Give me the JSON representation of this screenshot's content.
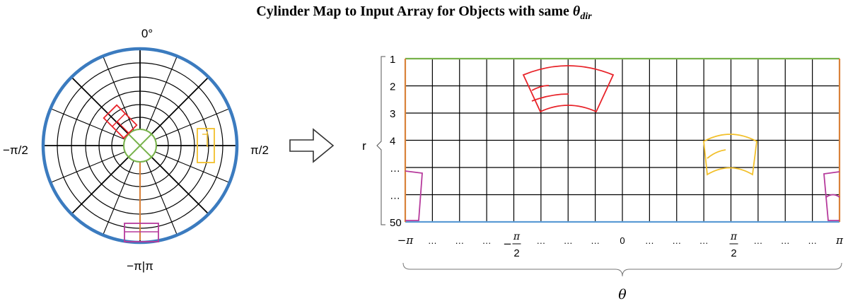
{
  "title": {
    "text": "Cylinder Map to Input Array for Objects with same ",
    "symbol": "θ",
    "subscript": "dir"
  },
  "polar": {
    "label_top": "0°",
    "label_left": "−π/2",
    "label_right": "π/2",
    "label_bottom": "−π|π"
  },
  "grid": {
    "row_labels": [
      "1",
      "2",
      "3",
      "4",
      "…",
      "…",
      "50"
    ],
    "r_label": "r",
    "col_labels": [
      "−π",
      "…",
      "…",
      "…",
      "−π/2",
      "…",
      "…",
      "…",
      "0",
      "…",
      "…",
      "…",
      "π/2",
      "…",
      "…",
      "…",
      "π"
    ],
    "theta_label": "θ"
  },
  "colors": {
    "circle_outline": "#3b7bbf",
    "red": "#e8242a",
    "yellow": "#f2c02b",
    "magenta": "#b63a9c",
    "green": "#77b24a",
    "orange": "#d9823a",
    "blue_line": "#5b9bd5"
  }
}
